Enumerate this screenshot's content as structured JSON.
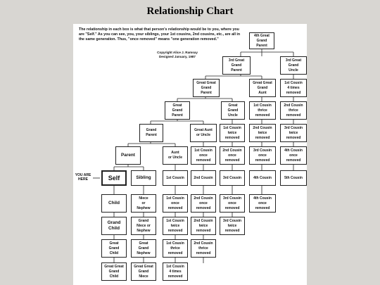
{
  "title": "Relationship Chart",
  "intro": "The relationship in each box is what that person's relationship would be to you, where you are \"Self.\" As you can see, you, your siblings, your 1st cousins, 2nd cousins, etc., are all in the same generation. Thus, \"once removed\" means \"one generation removed.\"",
  "copyright": "Copyright Alice J. Ramsay\nDesigned January, 1987",
  "you_are_here": "YOU ARE\nHERE",
  "boxes": {
    "ggg_parent_4th": "4th Great\nGrand\nParent",
    "gg_parent_3rd": "3rd Great\nGrand\nParent",
    "gg_uncle_3rd": "3rd Great\nGrand\nUncle",
    "great_great_parent": "Great Great\nGrand\nParent",
    "great_great_aunt": "Great Great\nGrand\nAunt",
    "c1_4times": "1st Cousin\n4 times\nremoved",
    "great_parent": "Great\nGrand\nParent",
    "great_uncle": "Great\nGrand\nUncle",
    "c1_thrice_a": "1st Cousin\nthrice\nremoved",
    "c2_thrice_a": "2nd Cousin\nthrice\nremoved",
    "grand_parent": "Grand\nParent",
    "great_aunt": "Great Aunt\nor Uncle",
    "c1_twice_a": "1st Cousin\ntwice\nremoved",
    "c2_twice_a": "2nd Cousin\ntwice\nremoved",
    "c3_twice_a": "3rd Cousin\ntwice\nremoved",
    "parent": "Parent",
    "aunt": "Aunt\nor Uncle",
    "c1_once_a": "1st Cousin\nonce\nremoved",
    "c2_once_a": "2nd Cousin\nonce\nremoved",
    "c3_once_a": "3rd Cousin\nonce\nremoved",
    "c4_once_a": "4th Cousin\nonce\nremoved",
    "self": "Self",
    "sibling": "Sibling",
    "c1": "1st Cousin",
    "c2": "2nd Cousin",
    "c3": "3rd Cousin",
    "c4": "4th Cousin",
    "c5": "5th Cousin",
    "child": "Child",
    "niece": "Niece\nor\nNephew",
    "c1_once_b": "1st Cousin\nonce\nremoved",
    "c2_once_b": "2nd Cousin\nonce\nremoved",
    "c3_once_b": "3rd Cousin\nonce\nremoved",
    "c4_once_b": "4th Cousin\nonce\nremoved",
    "grand_child": "Grand\nChild",
    "grand_niece": "Grand\nNiece or\nNephew",
    "c1_twice_b": "1st Cousin\ntwice\nremoved",
    "c2_twice_b": "2nd Cousin\ntwice\nremoved",
    "c3_twice_b": "3rd Cousin\ntwice\nremoved",
    "great_grand_child": "Great\nGrand\nChild",
    "great_grand_nephew": "Great\nGrand\nNephew",
    "c1_thrice_b": "1st Cousin\nthrice\nremoved",
    "c2_thrice_b": "2nd Cousin\nthrice\nremoved",
    "gg_grand_child": "Great Great\nGrand\nChild",
    "gg_grand_niece": "Great Great\nGrand\nNiece",
    "c1_4times_b": "1st Cousin\n4 times\nremoved"
  }
}
